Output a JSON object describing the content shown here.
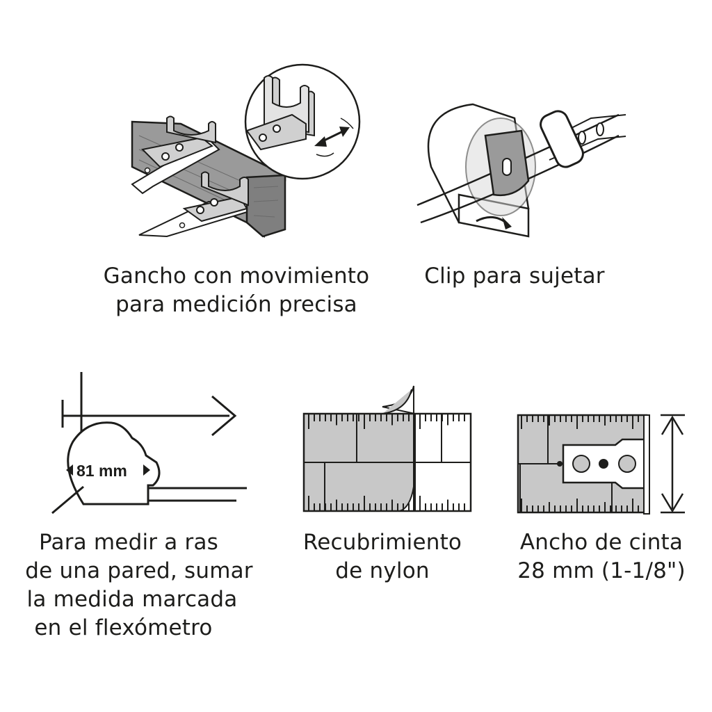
{
  "features": [
    {
      "id": "hook",
      "caption_lines": [
        "Gancho con movimiento",
        "para medición precisa"
      ]
    },
    {
      "id": "clip",
      "caption_lines": [
        "Clip para sujetar"
      ]
    },
    {
      "id": "flush",
      "caption_lines": [
        "Para medir a ras",
        "de una pared, sumar",
        "la medida marcada",
        "en el flexómetro"
      ],
      "measure_value": "81 mm"
    },
    {
      "id": "nylon",
      "caption_lines": [
        "Recubrimiento",
        "de nylon"
      ]
    },
    {
      "id": "width",
      "caption_lines": [
        "Ancho de cinta",
        "28 mm (1-1/8\")"
      ]
    }
  ],
  "colors": {
    "ink": "#1d1d1b",
    "tape_gray": "#c8c8c8",
    "wood_gray": "#9a9a9a",
    "bg": "#ffffff"
  }
}
